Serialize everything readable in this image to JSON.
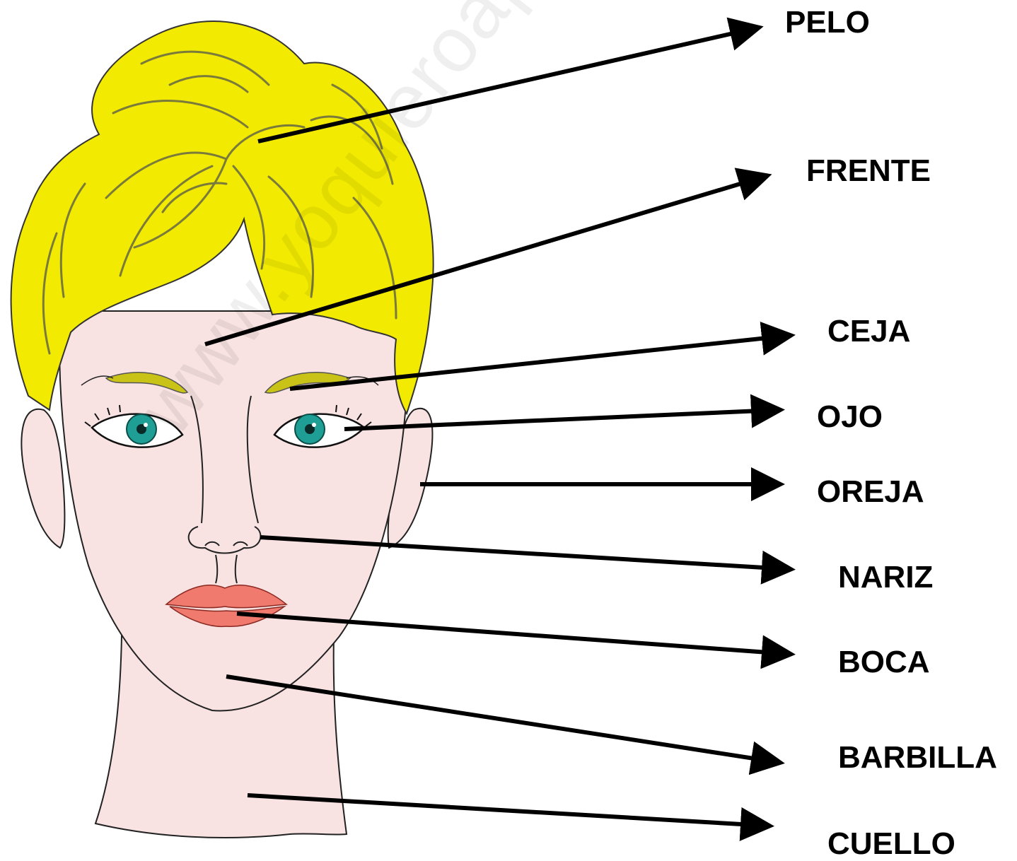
{
  "labels": {
    "pelo": "PELO",
    "frente": "FRENTE",
    "ceja": "CEJA",
    "ojo": "OJO",
    "oreja": "OREJA",
    "nariz": "NARIZ",
    "boca": "BOCA",
    "barbilla": "BARBILLA",
    "cuello": "CUELLO"
  },
  "watermark": "www.yoquieroaprobar.es",
  "colors": {
    "hair": "#f2ea00",
    "skin": "#f8e2e2",
    "iris": "#1f9e95",
    "lips": "#f07a6e",
    "eyebrow": "#c9c217",
    "arrow": "#000000"
  }
}
